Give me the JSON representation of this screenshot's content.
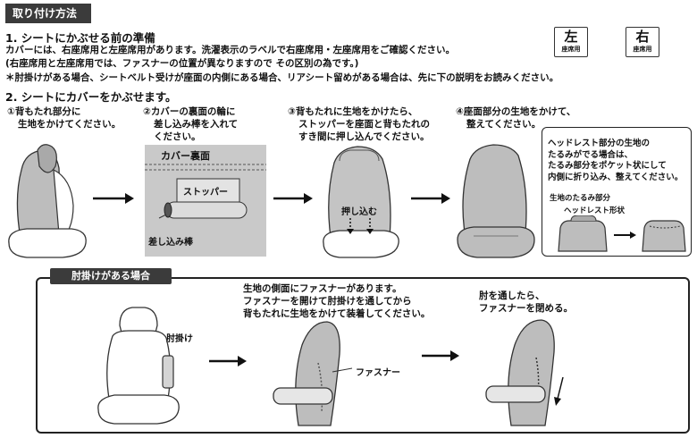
{
  "header": {
    "title": "取り付け方法"
  },
  "section1": {
    "title": "1. シートにかぶせる前の準備",
    "line1": "カバーには、右座席用と左座席用があります。洗濯表示のラベルで右座席用・左座席用をご確認ください。",
    "line2": "(右座席用と左座席用では、ファスナーの位置が異なりますので その区別の為です。)",
    "line3": "＊肘掛けがある場合、シートベルト受けが座面の内側にある場合、リアシート留めがある場合は、先に下の説明をお読みください。",
    "tags": [
      {
        "big": "左",
        "small": "座席用"
      },
      {
        "big": "右",
        "small": "座席用"
      }
    ]
  },
  "section2": {
    "title": "2. シートにカバーをかぶせます。",
    "steps": [
      {
        "line1": "①背もたれ部分に",
        "line2": "生地をかけてください。"
      },
      {
        "line1": "②カバーの裏面の輪に",
        "line2": "差し込み棒を入れて",
        "line3": "ください。"
      },
      {
        "line1": "③背もたれに生地をかけたら、",
        "line2": "ストッパーを座面と背もたれの",
        "line3": "すき間に押し込んでください。"
      },
      {
        "line1": "④座面部分の生地をかけて、",
        "line2": "整えてください。"
      }
    ],
    "diagram2": {
      "header": "カバー裏面",
      "stopper": "ストッパー",
      "rod": "差し込み棒"
    },
    "diagram3": {
      "push": "押し込む"
    },
    "callout": {
      "line1": "ヘッドレスト部分の生地の",
      "line2": "たるみがでる場合は、",
      "line3": "たるみ部分をポケット状にして",
      "line4": "内側に折り込み、整えてください。",
      "label_slack": "生地のたるみ部分",
      "label_shape": "ヘッドレスト形状"
    }
  },
  "armrest": {
    "badge": "肘掛けがある場合",
    "armrest_label": "肘掛け",
    "desc1": "生地の側面にファスナーがあります。",
    "desc2": "ファスナーを開けて肘掛けを通してから",
    "desc3": "背もたれに生地をかけて装着してください。",
    "zipper_label": "ファスナー",
    "after1": "肘を通したら、",
    "after2": "ファスナーを閉める。"
  }
}
